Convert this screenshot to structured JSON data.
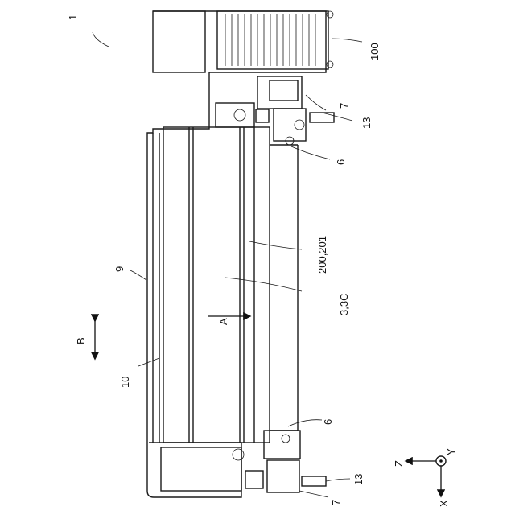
{
  "labels": {
    "ref_1": "1",
    "ref_100": "100",
    "ref_7_top": "7",
    "ref_13_top": "13",
    "ref_6_top": "6",
    "ref_200_201": "200,201",
    "ref_3_3c": "3,3C",
    "ref_9": "9",
    "ref_a": "A",
    "ref_b": "B",
    "ref_10": "10",
    "ref_6_bottom": "6",
    "ref_13_bottom": "13",
    "ref_7_bottom": "7",
    "axis_z": "Z",
    "axis_y": "Y",
    "axis_x": "X"
  }
}
